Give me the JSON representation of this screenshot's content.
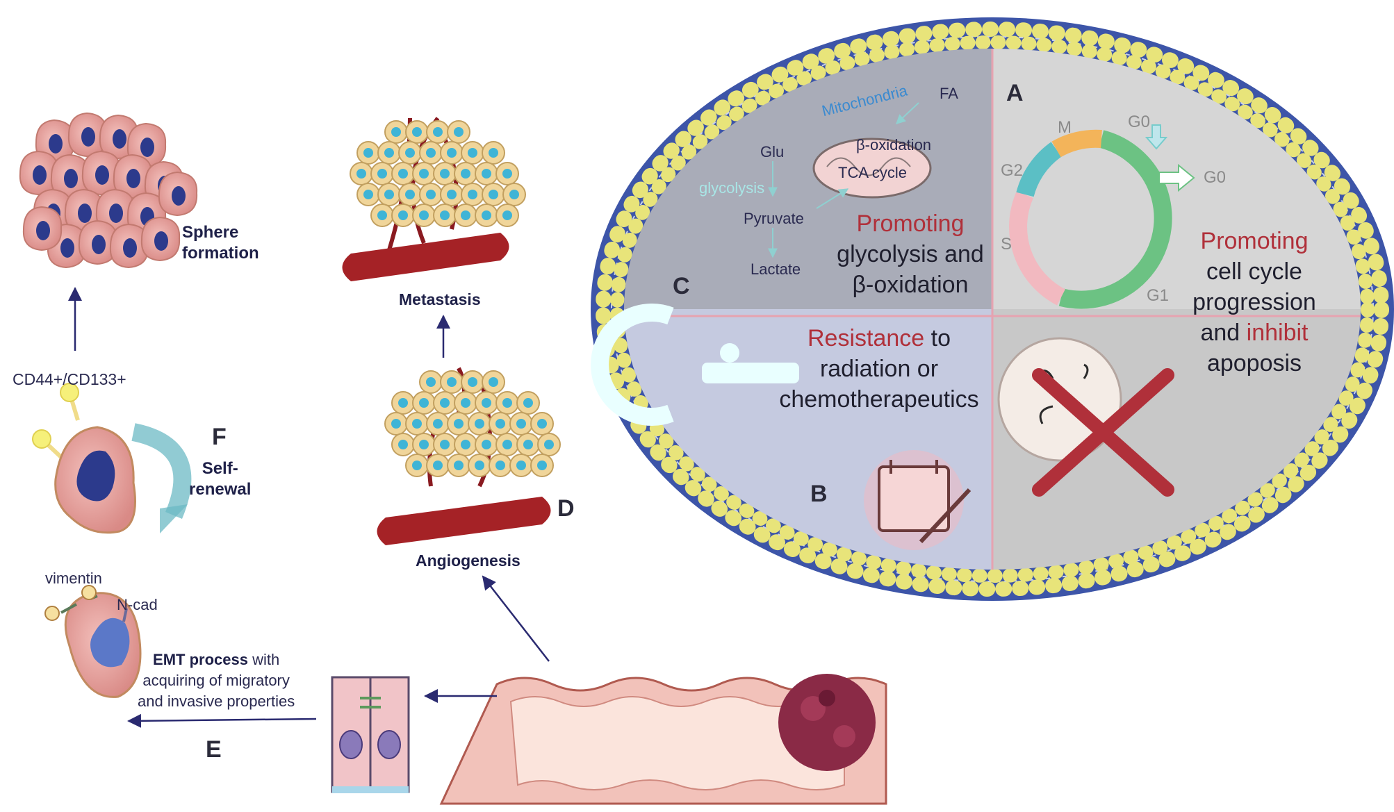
{
  "sphere": {
    "label_line1": "Sphere",
    "label_line2": "formation"
  },
  "markers": {
    "cd": "CD44+/CD133+"
  },
  "self_renewal": {
    "letter": "F",
    "label_line1": "Self-",
    "label_line2": "renewal"
  },
  "emt": {
    "vimentin": "vimentin",
    "ncad": "N-cad",
    "bold": "EMT process",
    "rest_line1": " with",
    "line2": "acquiring of migratory",
    "line3": "and invasive properties",
    "letter": "E"
  },
  "metastasis": {
    "label": "Metastasis"
  },
  "angiogenesis": {
    "label": "Angiogenesis",
    "letter": "D"
  },
  "quadrant_c": {
    "letter": "C",
    "fa": "FA",
    "mitochondria": "Mitochondria",
    "beta_ox": "β-oxidation",
    "tca": "TCA cycle",
    "glu": "Glu",
    "glycolysis": "glycolysis",
    "pyruvate": "Pyruvate",
    "lactate": "Lactate",
    "line1": "Promoting",
    "line2": "glycolysis and",
    "line3": "β-oxidation"
  },
  "quadrant_a": {
    "letter": "A",
    "phases": {
      "m": "M",
      "g0_top": "G0",
      "g2": "G2",
      "g0_right": "G0",
      "s": "S",
      "g1": "G1"
    },
    "line1": "Promoting",
    "line2": "cell cycle",
    "line3": "progression",
    "line4_a": "and ",
    "line4_b": "inhibit",
    "line5": "apoposis"
  },
  "quadrant_b": {
    "letter": "B",
    "line1_a": "Resistance",
    "line1_b": " to",
    "line2": "radiation or",
    "line3": "chemotherapeutics"
  },
  "colors": {
    "membrane_blue": "#3d55a8",
    "lipid_yellow": "#e8e47a",
    "quadrant_c_bg": "#a9acb8",
    "quadrant_a_bg": "#d6d6d6",
    "quadrant_b_bg": "#c5cae0",
    "quadrant_d_bg": "#c8c8c8",
    "accent_red": "#b0303a",
    "cell_pink": "#e9a4a4",
    "nucleus_blue": "#2c3a8c",
    "vessel_red": "#a52226"
  }
}
